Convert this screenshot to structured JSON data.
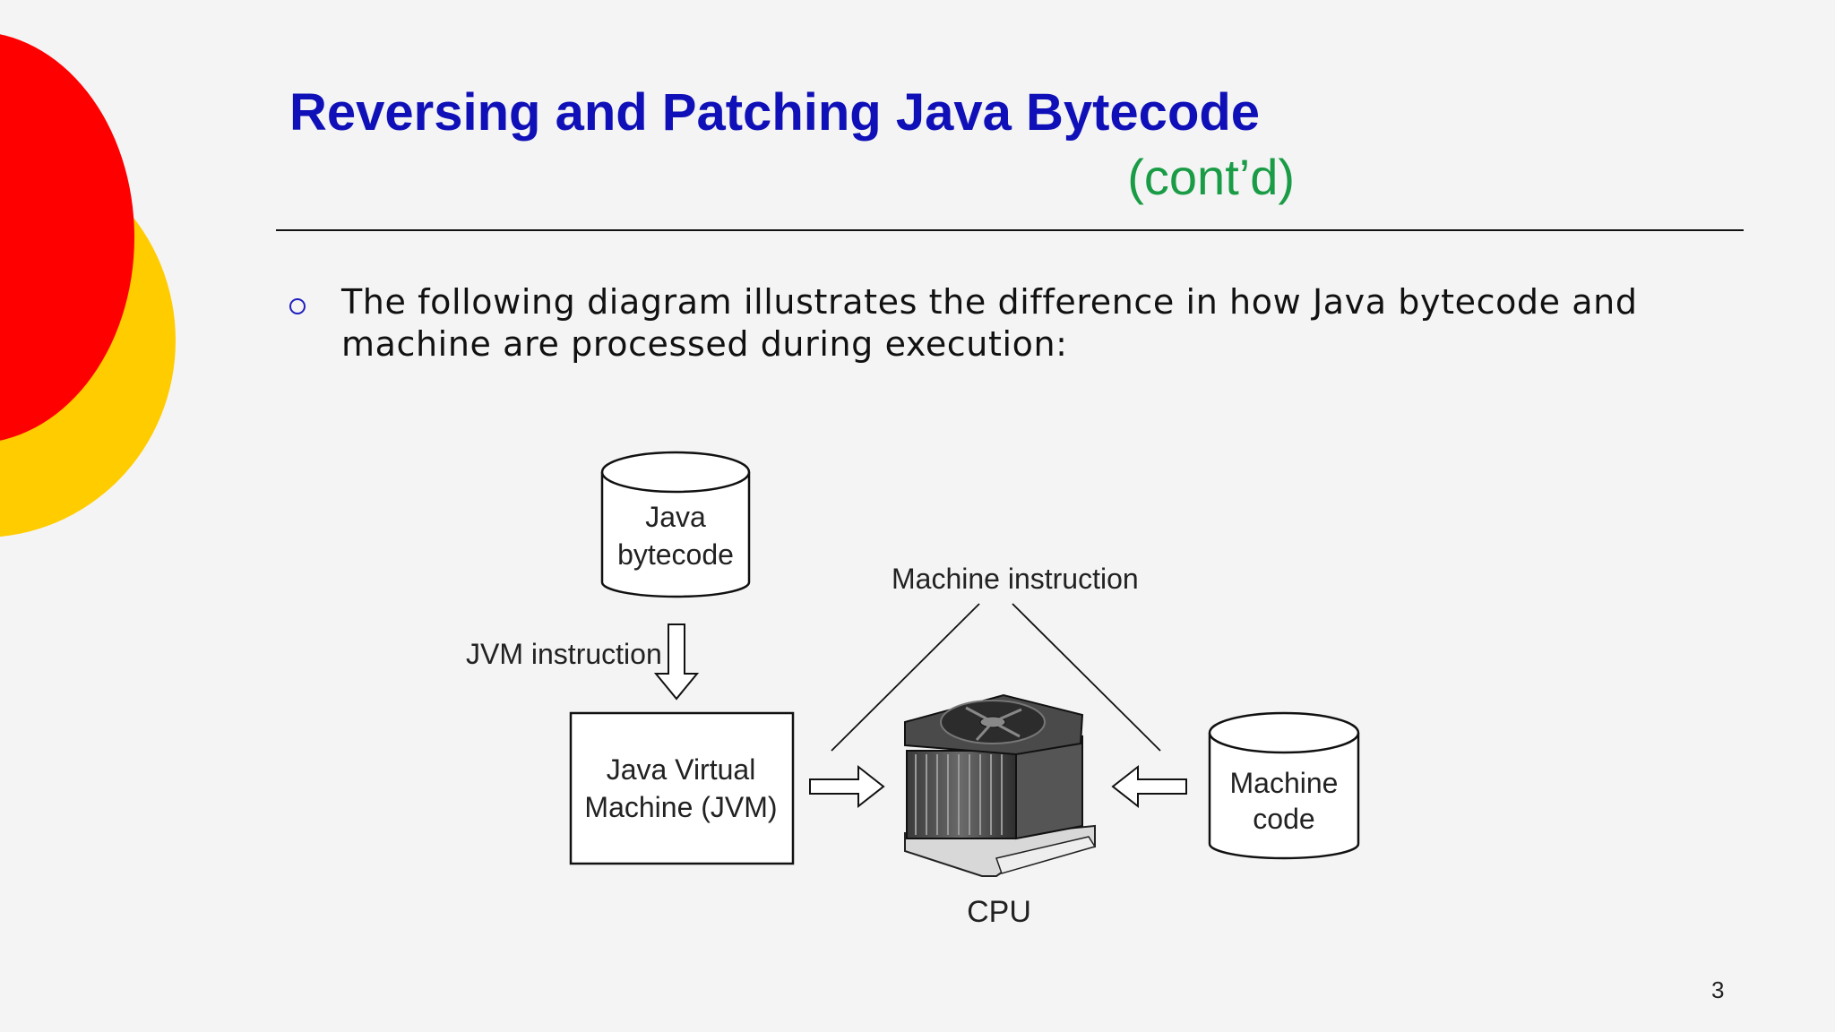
{
  "slide": {
    "title": "Reversing and Patching Java Bytecode",
    "subtitle": "(cont’d)",
    "bullet": "The following diagram illustrates the difference in how Java bytecode and machine are processed during execution:",
    "page_number": "3"
  },
  "diagram": {
    "java_bytecode": [
      "Java",
      "bytecode"
    ],
    "jvm_instruction": "JVM instruction",
    "jvm_box": [
      "Java Virtual",
      "Machine (JVM)"
    ],
    "machine_instruction": "Machine instruction",
    "cpu": "CPU",
    "machine_code": [
      "Machine",
      "code"
    ]
  },
  "colors": {
    "title": "#1010b8",
    "subtitle": "#1a9c46",
    "deco_red": "#ff0000",
    "deco_yellow": "#ffcc00",
    "background": "#f4f4f4"
  }
}
